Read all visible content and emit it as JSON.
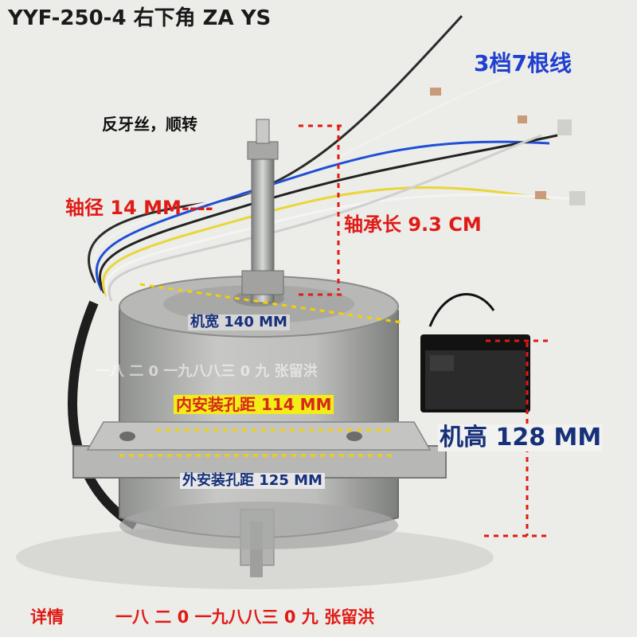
{
  "image": {
    "title": "YYF-250-4 右下角 ZA YS",
    "wires_label": "3档7根线",
    "thread_note": "反牙丝，顺转",
    "shaft_diameter": "轴径 14 MM----",
    "bearing_length": "轴承长 9.3 CM",
    "machine_width": "机宽 140 MM",
    "watermark": "一八 二 0 一九八八三 0 九 张留洪",
    "inner_hole_distance": "内安装孔距 114 MM",
    "machine_height": "机高 128 MM",
    "outer_hole_distance": "外安装孔距 125 MM",
    "detail_label": "详情",
    "detail_number": "一八 二 0 一九八八三 0 九 张留洪",
    "colors": {
      "background": "#ecece9",
      "red_label": "#e01a14",
      "blue_label": "#1f3fd0",
      "navy_label": "#16307a",
      "yellow_highlight": "#f4ec16"
    }
  }
}
